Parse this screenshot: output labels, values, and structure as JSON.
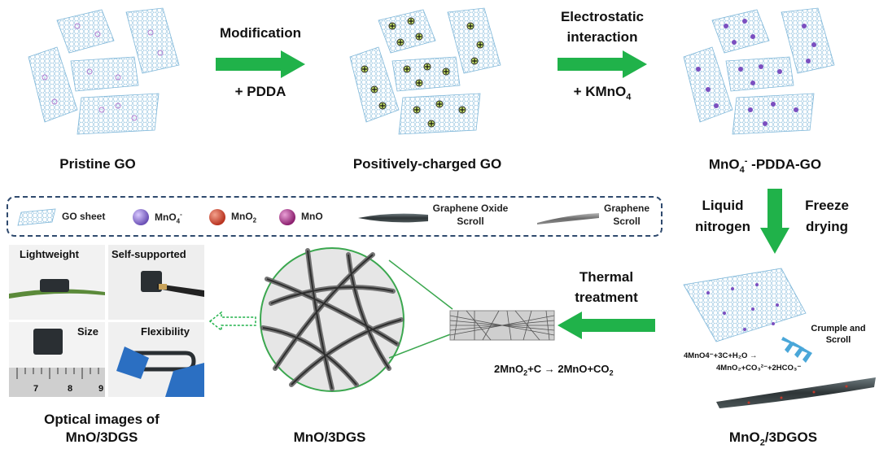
{
  "step1": {
    "caption": "Pristine GO",
    "arrow_top": "Modification",
    "arrow_bottom": "+ PDDA"
  },
  "step2": {
    "caption": "Positively-charged GO",
    "arrow_top_line1": "Electrostatic",
    "arrow_top_line2": "interaction",
    "arrow_bottom": "+ KMnO",
    "arrow_bottom_sub": "4"
  },
  "step3": {
    "caption_main": "MnO",
    "caption_sub": "4",
    "caption_sup": "-",
    "caption_rest": " -PDDA-GO"
  },
  "freeze": {
    "left_line1": "Liquid",
    "left_line2": "nitrogen",
    "right_line1": "Freeze",
    "right_line2": "drying"
  },
  "legend": {
    "go_sheet": "GO sheet",
    "mno4": "MnO",
    "mno4_sub": "4",
    "mno4_sup": "-",
    "mno2": "MnO",
    "mno2_sub": "2",
    "mno": "MnO",
    "go_scroll_line1": "Graphene Oxide",
    "go_scroll_line2": "Scroll",
    "g_scroll_line1": "Graphene",
    "g_scroll_line2": "Scroll"
  },
  "photos": {
    "lightweight": "Lightweight",
    "self_supported": "Self-supported",
    "size": "Size",
    "flexibility": "Flexibility",
    "ruler_numbers": [
      "7",
      "8",
      "9"
    ],
    "caption_line1": "Optical images of",
    "caption_line2": "MnO/3DGS"
  },
  "mno3dgs": {
    "caption": "MnO/3DGS"
  },
  "thermal": {
    "line1": "Thermal",
    "line2": "treatment",
    "equation": "2MnO",
    "eq_sub": "2",
    "eq_rest": "+C → 2MnO+CO",
    "eq_sub2": "2"
  },
  "mno2_3dgos": {
    "caption_main": "MnO",
    "caption_sub": "2",
    "caption_rest": "/3DGOS",
    "crumple_line1": "Crumple and",
    "crumple_line2": "Scroll",
    "eq1": "4MnO4⁻+3C+H₂O →",
    "eq2": "4MnO₂+CO₃²⁻+2HCO₃⁻"
  },
  "colors": {
    "arrow_green": "#20b24a",
    "legend_border": "#2f4a6e",
    "mesh": "#7fb7d9"
  }
}
